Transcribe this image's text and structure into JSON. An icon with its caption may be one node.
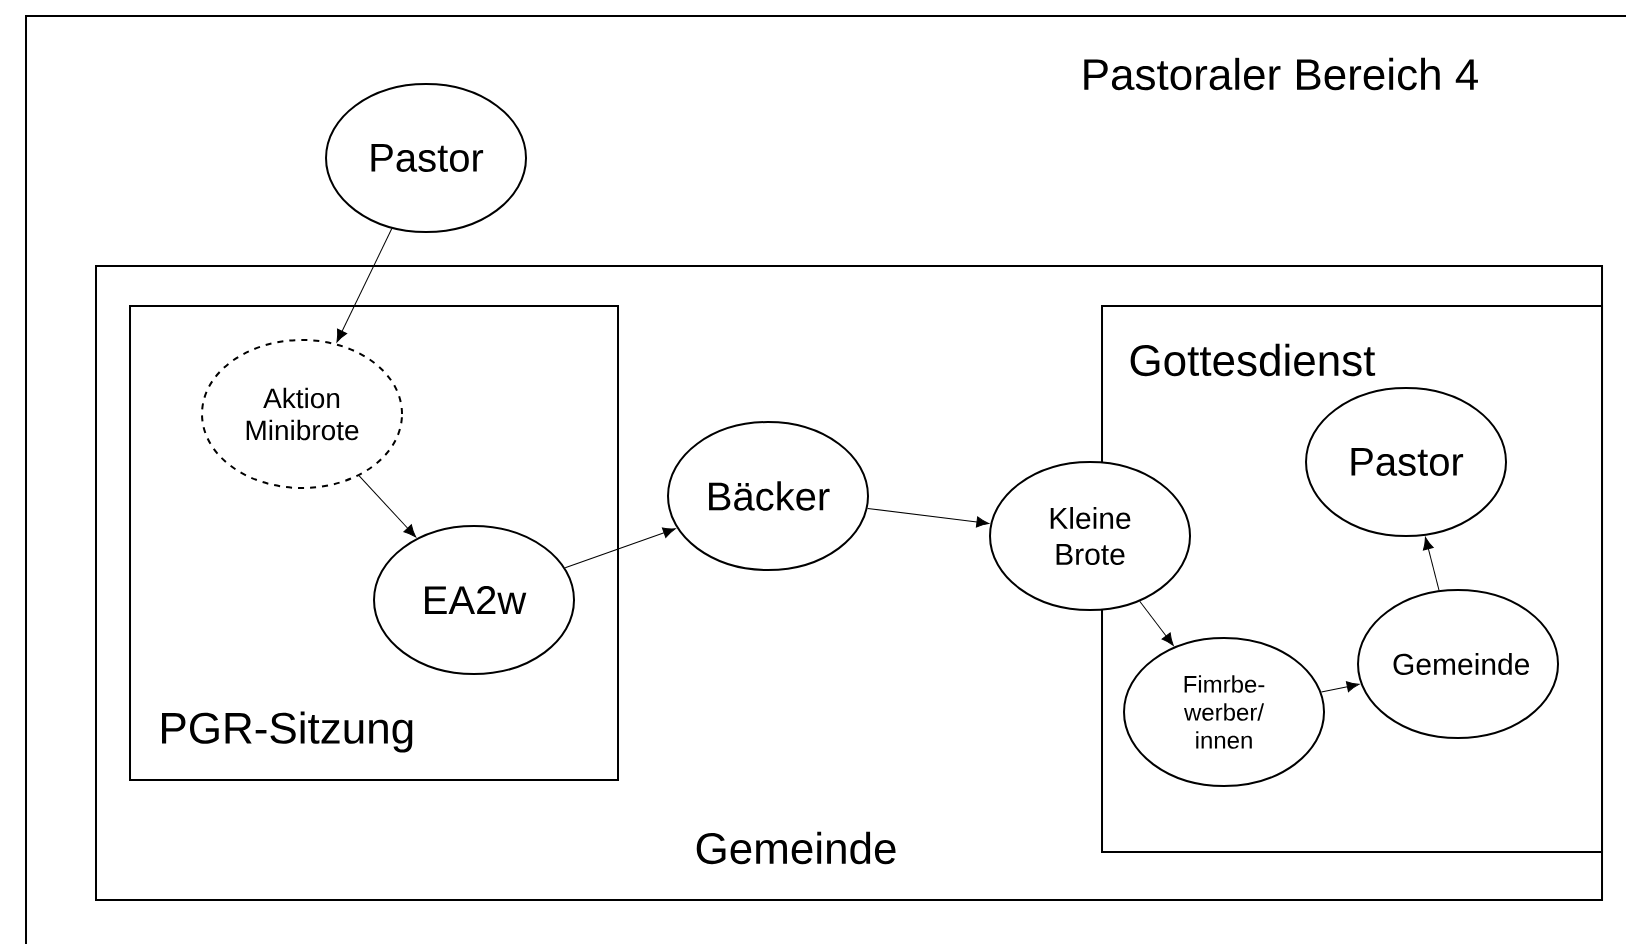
{
  "diagram": {
    "nodes": [
      {
        "text": [
          "Pastoraler Bereich 4"
        ]
      },
      {
        "text": [
          "Pastor"
        ],
        "in": 0
      },
      {
        "text": [
          "Gemeinde"
        ],
        "in": 0
      },
      {
        "text": [
          "PGR-Sitzung"
        ],
        "in": 2
      },
      {
        "text": [
          "Aktion Minibrote"
        ],
        "in": 3
      },
      {
        "text": [
          "EA2w"
        ],
        "in": 3
      },
      {
        "text": [
          "Bäcker"
        ],
        "in": 2
      },
      {
        "text": [
          "Kleine Brote"
        ],
        "in": 2
      },
      {
        "text": [
          "Gottesdienst"
        ],
        "in": 2
      },
      {
        "text": [
          "Pastor"
        ],
        "in": 8
      },
      {
        "text": [
          "Fimrbe- werber/ innen"
        ],
        "in": 8
      },
      {
        "text": [
          "Gemeinde"
        ],
        "in": 8
      }
    ],
    "edges": [
      {
        "from": 1,
        "to": 4,
        "arrow": "to"
      },
      {
        "from": 4,
        "to": 5,
        "arrow": "to"
      },
      {
        "from": 5,
        "to": 6,
        "arrow": "to"
      },
      {
        "from": 6,
        "to": 7,
        "arrow": "to"
      },
      {
        "from": 7,
        "to": 10,
        "arrow": "to"
      },
      {
        "from": 10,
        "to": 11,
        "arrow": "to"
      },
      {
        "from": 11,
        "to": 9,
        "arrow": "to"
      }
    ]
  }
}
